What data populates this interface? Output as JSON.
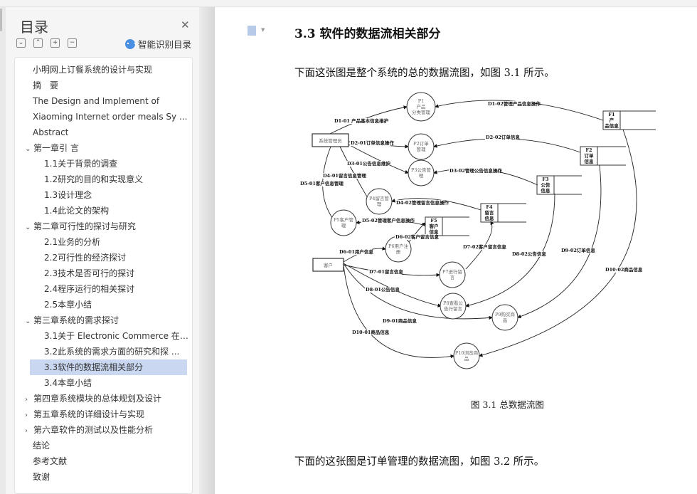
{
  "sidebar": {
    "title": "目录",
    "close_icon": "close-icon",
    "tools": [
      "expand-all-icon",
      "collapse-all-icon",
      "add-level-icon",
      "remove-level-icon"
    ],
    "smart_label": "智能识别目录",
    "items": [
      {
        "label": "小明网上订餐系统的设计与实现",
        "level": 1,
        "chev": ""
      },
      {
        "label": "摘　要",
        "level": 1,
        "chev": ""
      },
      {
        "label": "The Design and Implement of",
        "level": 1,
        "chev": ""
      },
      {
        "label": "Xiaoming Internet order meals Sy ...",
        "level": 1,
        "chev": ""
      },
      {
        "label": "Abstract",
        "level": 1,
        "chev": ""
      },
      {
        "label": "第一章引 言",
        "level": 1,
        "chev": "down"
      },
      {
        "label": "1.1关于背景的调查",
        "level": 2,
        "chev": ""
      },
      {
        "label": "1.2研究的目的和实现意义",
        "level": 2,
        "chev": ""
      },
      {
        "label": "1.3设计理念",
        "level": 2,
        "chev": ""
      },
      {
        "label": "1.4此论文的架构",
        "level": 2,
        "chev": ""
      },
      {
        "label": "第二章可行性的探讨与研究",
        "level": 1,
        "chev": "down"
      },
      {
        "label": "2.1业务的分析",
        "level": 2,
        "chev": ""
      },
      {
        "label": "2.2可行性的经济探讨",
        "level": 2,
        "chev": ""
      },
      {
        "label": "2.3技术是否可行的探讨",
        "level": 2,
        "chev": ""
      },
      {
        "label": "2.4程序运行的相关探讨",
        "level": 2,
        "chev": ""
      },
      {
        "label": "2.5本章小结",
        "level": 2,
        "chev": ""
      },
      {
        "label": "第三章系统的需求探讨",
        "level": 1,
        "chev": "down"
      },
      {
        "label": "3.1关于 Electronic Commerce 在 ...",
        "level": 2,
        "chev": ""
      },
      {
        "label": "3.2此系统的需求方面的研究和探 ...",
        "level": 2,
        "chev": ""
      },
      {
        "label": "3.3软件的数据流相关部分",
        "level": 2,
        "chev": "",
        "selected": true
      },
      {
        "label": "3.4本章小结",
        "level": 2,
        "chev": ""
      },
      {
        "label": "第四章系统模块的总体规划及设计",
        "level": 1,
        "chev": "right"
      },
      {
        "label": "第五章系统的详细设计与实现",
        "level": 1,
        "chev": "right"
      },
      {
        "label": "第六章软件的测试以及性能分析",
        "level": 1,
        "chev": "right"
      },
      {
        "label": "结论",
        "level": 1,
        "chev": ""
      },
      {
        "label": "参考文献",
        "level": 1,
        "chev": ""
      },
      {
        "label": "致谢",
        "level": 1,
        "chev": ""
      }
    ]
  },
  "doc": {
    "heading": "3.3  软件的数据流相关部分",
    "para1": "下面这张图是整个系统的总的数据流图，如图 3.1 所示。",
    "caption": "图 3.1  总数据流图",
    "para2": "下面的这张图是订单管理的数据流图，如图 3.2 所示。"
  },
  "diagram": {
    "entities": {
      "admin": "系统管理员",
      "customer": "客户"
    },
    "processes": [
      {
        "l1": "P1",
        "l2": "产品",
        "l3": "分类管理"
      },
      {
        "l1": "P2订单",
        "l2": "管理"
      },
      {
        "l1": "P3公告管",
        "l2": "理"
      },
      {
        "l1": "P4留言管",
        "l2": "理"
      },
      {
        "l1": "P5客户管",
        "l2": "理"
      },
      {
        "l1": "P6用户注",
        "l2": "册"
      },
      {
        "l1": "P7进行留",
        "l2": "言"
      },
      {
        "l1": "P8查看公",
        "l2": "告行留言"
      },
      {
        "l1": "P9购买商",
        "l2": "品"
      },
      {
        "l1": "P10浏览商",
        "l2": "品"
      }
    ],
    "stores": [
      {
        "id": "F1",
        "l2": "产",
        "l3": "品信息"
      },
      {
        "id": "F2",
        "l2": "订单",
        "l3": "信息"
      },
      {
        "id": "F3",
        "l2": "公告",
        "l3": "信息"
      },
      {
        "id": "F4",
        "l2": "留言",
        "l3": "信息"
      },
      {
        "id": "F5",
        "l2": "客户",
        "l3": "信息"
      }
    ],
    "flows": [
      "D1-01 产品基本信息维护",
      "D1-02管理产品信息操作",
      "D2-01订单信息操作",
      "D2-02订单信息",
      "D3-01公告信息维护",
      "D3-02管理公告信息操作",
      "D4-01留言信息管理",
      "D5-01客户信息管理",
      "D4-02管理留言信息操作",
      "D5-02管理客户信息操作",
      "D6-02客户留言信息",
      "D6-01用户信息",
      "D7-02客户留言信息",
      "D8-02公告信息",
      "D9-02订单信息",
      "D10-02商品信息",
      "D7-01留言信息",
      "D8-01公告信息",
      "D9-01商品信息",
      "D10-01商品信息"
    ]
  }
}
